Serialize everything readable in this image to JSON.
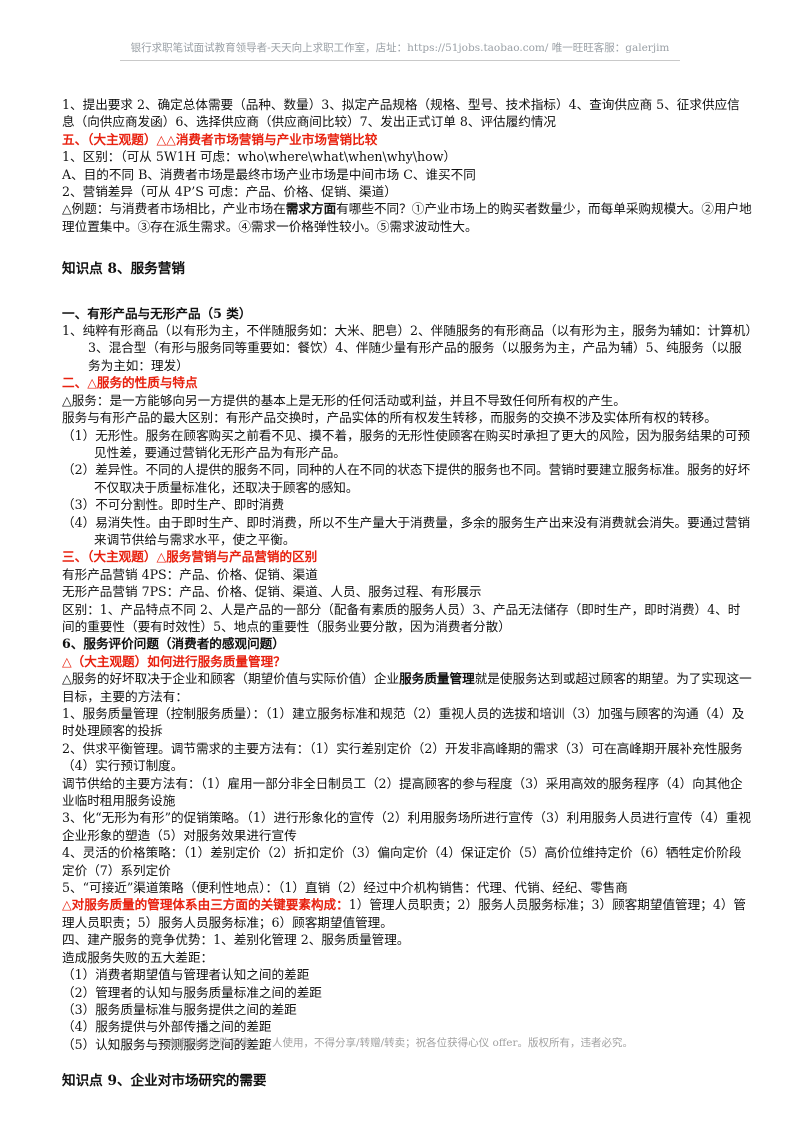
{
  "header": {
    "text": "银行求职笔试面试教育领导者-天天向上求职工作室，店址：https://51jobs.taobao.com/ 唯一旺旺客服：galerjim"
  },
  "content": {
    "intro_steps": "1、提出要求 2、确定总体需要（品种、数量）3、拟定产品规格（规格、型号、技术指标）4、查询供应商 5、征求供应信息（向供应商发函）6、选择供应商（供应商间比较）7、发出正式订单 8、评估履约情况",
    "s5_title": "五、（大主观题）△△消费者市场营销与产业市场营销比较",
    "s5_l1": "1、区别：（可从 5W1H 可虑：who\\where\\what\\when\\why\\how）",
    "s5_l2": "A、目的不同 B、消费者市场是最终市场产业市场是中间市场 C、谁买不同",
    "s5_l3": "2、营销差异（可从 4P’S 可虑：产品、价格、促销、渠道）",
    "s5_l4_pre": "△例题：与消费者市场相比，产业市场在",
    "s5_l4_bold": "需求方面",
    "s5_l4_post": "有哪些不同？①产业市场上的购买者数量少，而每单采购规模大。②用户地理位置集中。③存在派生需求。④需求一价格弹性较小。⑤需求波动性大。",
    "kp8_title": "知识点 8、服务营销",
    "s1_title": "一、有形产品与无形产品（5 类）",
    "s1_l1": "1、纯粹有形商品（以有形为主，不伴随服务如：大米、肥皂）2、伴随服务的有形商品（以有形为主，服务为辅如：计算机）3、混合型（有形与服务同等重要如：餐饮）4、伴随少量有形产品的服务（以服务为主，产品为辅）5、纯服务（以服务为主如：理发）",
    "s2_title": "二、△服务的性质与特点",
    "s2_def": "△服务：是一方能够向另一方提供的基本上是无形的任何活动或利益，并且不导致任何所有权的产生。",
    "s2_diff": "服务与有形产品的最大区别：有形产品交换时，产品实体的所有权发生转移，而服务的交换不涉及实体所有权的转移。",
    "s2_i1": "（1）无形性。服务在顾客购买之前看不见、摸不着，服务的无形性使顾客在购买时承担了更大的风险，因为服务结果的可预见性差，要通过营销化无形产品为有形产品。",
    "s2_i2": "（2）差异性。不同的人提供的服务不同，同种的人在不同的状态下提供的服务也不同。营销时要建立服务标准。服务的好坏不仅取决于质量标准化，还取决于顾客的感知。",
    "s2_i3": "（3）不可分割性。即时生产、即时消费",
    "s2_i4": "（4）易消失性。由于即时生产、即时消费，所以不生产量大于消费量，多余的服务生产出来没有消费就会消失。要通过营销来调节供给与需求水平，使之平衡。",
    "s3_title": "三、（大主观题）△服务营销与产品营销的区别",
    "s3_l1": "有形产品营销 4PS：产品、价格、促销、渠道",
    "s3_l2": "无形产品营销 7PS：产品、价格、促销、渠道、人员、服务过程、有形展示",
    "s3_l3": "区别：1、产品特点不同 2、人是产品的一部分（配备有素质的服务人员）3、产品无法储存（即时生产，即时消费）4、时间的重要性（要有时效性）5、地点的重要性（服务业要分散，因为消费者分散）",
    "s6_title": "6、服务评价问题（消费者的感观问题）",
    "s6_q": "△（大主观题）如何进行服务质量管理？",
    "s6_intro_pre": "△服务的好坏取决于企业和顾客（期望价值与实际价值）企业",
    "s6_intro_bold": "服务质量管理",
    "s6_intro_post": "就是使服务达到或超过顾客的期望。为了实现这一目标，主要的方法有：",
    "s6_m1": "1、服务质量管理（控制服务质量）：（1）建立服务标准和规范（2）重视人员的选拔和培训（3）加强与顾客的沟通（4）及时处理顾客的投拆",
    "s6_m2": "2、供求平衡管理。调节需求的主要方法有：（1）实行差别定价（2）开发非高峰期的需求（3）可在高峰期开展补充性服务（4）实行预订制度。",
    "s6_m2b": "调节供给的主要方法有：（1）雇用一部分非全日制员工（2）提高顾客的参与程度（3）采用高效的服务程序（4）向其他企业临时租用服务设施",
    "s6_m3": "3、化“无形为有形”的促销策略。（1）进行形象化的宣传（2）利用服务场所进行宣传（3）利用服务人员进行宣传（4）重视企业形象的塑造（5）对服务效果进行宣传",
    "s6_m4": "4、灵活的价格策略：（1）差别定价（2）折扣定价（3）偏向定价（4）保证定价（5）高价位维持定价（6）牺牲定价阶段定价（7）系列定价",
    "s6_m5": "5、“可接近”渠道策略（便利性地点）：（1）直销（2）经过中介机构销售：代理、代销、经纪、零售商",
    "s6_key_red": "△对服务质量的管理体系由三方面的关键要素构成：",
    "s6_key_rest": "1）管理人员职责；2）服务人员服务标准；3）顾客期望值管理；4）管理人员职责；5）服务人员服务标准；6）顾客期望值管理。",
    "s4_l1": "四、建产服务的竞争优势：1、差别化管理 2、服务质量管理。",
    "s4_l2": "造成服务失败的五大差距：",
    "s4_g": [
      "（1）消费者期望值与管理者认知之间的差距",
      "（2）管理者的认知与服务质量标准之间的差距",
      "（3）服务质量标准与服务提供之间的差距",
      "（4）服务提供与外部传播之间的差距",
      "（5）认知服务与预测服务之间的差距"
    ],
    "kp9_title": "知识点 9、企业对市场研究的需要"
  },
  "footer": {
    "text": "本资料仅限购买者一个人使用，不得分享/转赠/转卖；祝各位获得心仪 offer。版权所有，违者必究。"
  },
  "colors": {
    "accent_red": "#e8210f",
    "header_gray": "#9aa0a6"
  }
}
